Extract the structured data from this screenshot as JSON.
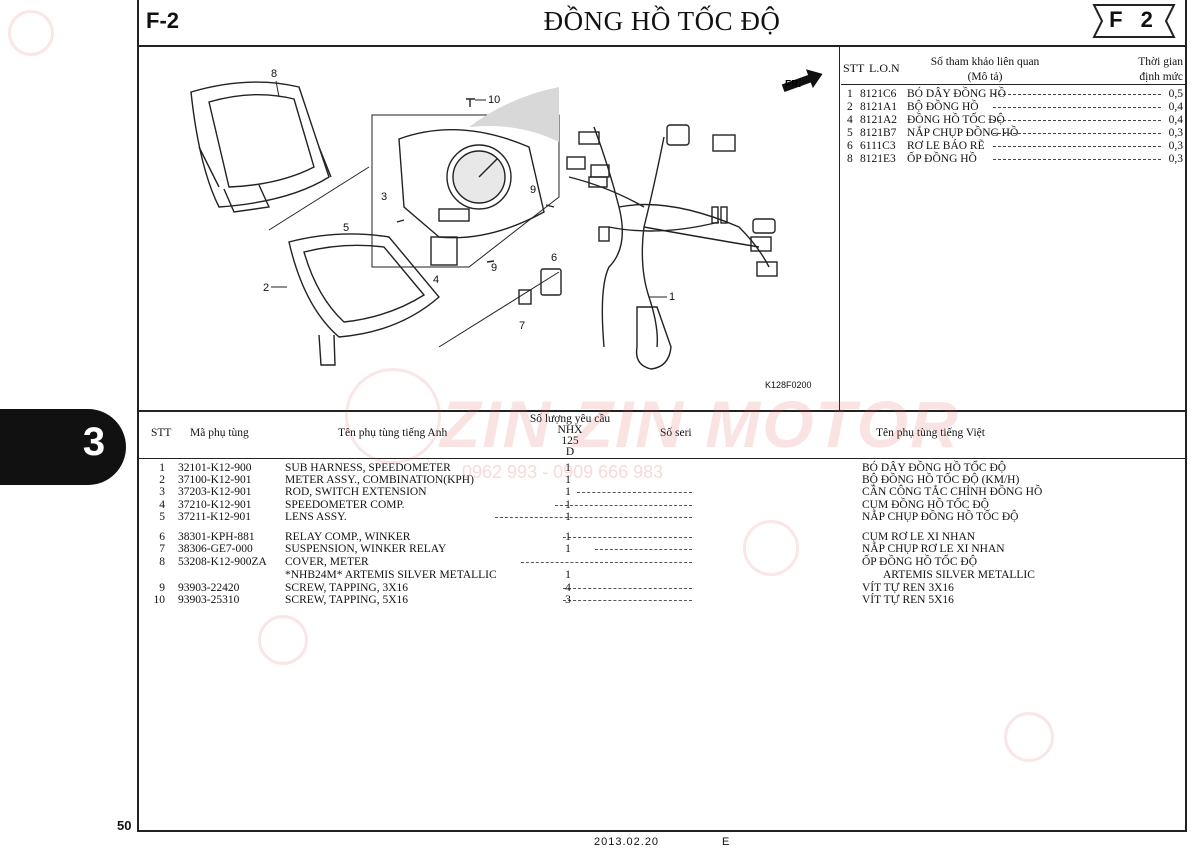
{
  "header": {
    "section_code": "F-2",
    "title": "ĐỒNG HỒ TỐC ĐỘ",
    "badge": "F 2"
  },
  "figure": {
    "reference": "K128F0200",
    "front_marker": "FR.",
    "callouts": [
      "8",
      "10",
      "3",
      "9",
      "5",
      "2",
      "4",
      "9",
      "6",
      "7",
      "1"
    ]
  },
  "labor": {
    "headers": {
      "stt": "STT",
      "lon": "L.O.N",
      "desc_line1": "Số tham khảo liên quan",
      "desc_line2": "(Mô tả)",
      "time_line1": "Thời gian",
      "time_line2": "định mức"
    },
    "rows": [
      {
        "stt": "1",
        "code": "8121C6",
        "desc": "BÓ DÂY ĐỒNG HỒ",
        "time": "0,5"
      },
      {
        "stt": "2",
        "code": "8121A1",
        "desc": "BỘ ĐỒNG HỒ",
        "time": "0,4"
      },
      {
        "stt": "4",
        "code": "8121A2",
        "desc": "ĐỒNG HỒ TỐC ĐỘ",
        "time": "0,4"
      },
      {
        "stt": "5",
        "code": "8121B7",
        "desc": "NẮP CHỤP ĐỒNG HỒ",
        "time": "0,3"
      },
      {
        "stt": "6",
        "code": "6111C3",
        "desc": "RƠ LE BÁO RẼ",
        "time": "0,3"
      },
      {
        "stt": "8",
        "code": "8121E3",
        "desc": "ỐP ĐỒNG HỒ",
        "time": "0,3"
      }
    ]
  },
  "parts_table": {
    "headers": {
      "stt": "STT",
      "part_no": "Mã phụ tùng",
      "name_en": "Tên phụ tùng tiếng Anh",
      "qty_line1": "Số lượng yêu cầu",
      "qty_line2": "NHX",
      "qty_line3": "125",
      "qty_line4": "D",
      "serial": "Số seri",
      "name_vn": "Tên phụ tùng tiếng Việt"
    },
    "rows": [
      {
        "stt": "1",
        "part_no": "32101-K12-900",
        "name_en": "SUB HARNESS, SPEEDOMETER",
        "qty": "1",
        "name_vn": "BÓ DÂY ĐỒNG HỒ TỐC ĐỘ"
      },
      {
        "stt": "2",
        "part_no": "37100-K12-901",
        "name_en": "METER ASSY., COMBINATION(KPH)",
        "qty": "1",
        "name_vn": "BỘ ĐỒNG HỒ TỐC ĐỘ (KM/H)"
      },
      {
        "stt": "3",
        "part_no": "37203-K12-901",
        "name_en": "ROD, SWITCH EXTENSION",
        "qty": "1",
        "name_vn": "CẦN CÔNG TẮC CHỈNH ĐỒNG HỒ"
      },
      {
        "stt": "4",
        "part_no": "37210-K12-901",
        "name_en": "SPEEDOMETER COMP.",
        "qty": "1",
        "name_vn": "CỤM ĐỒNG HỒ TỐC ĐỘ"
      },
      {
        "stt": "5",
        "part_no": "37211-K12-901",
        "name_en": "LENS ASSY.",
        "qty": "1",
        "name_vn": "NẮP CHỤP ĐỒNG HỒ TỐC ĐỘ"
      },
      {
        "stt": "6",
        "part_no": "38301-KPH-881",
        "name_en": "RELAY COMP., WINKER",
        "qty": "1",
        "name_vn": "CỤM RƠ LE XI NHAN"
      },
      {
        "stt": "7",
        "part_no": "38306-GE7-000",
        "name_en": "SUSPENSION, WINKER RELAY",
        "qty": "1",
        "name_vn": "NẮP CHỤP RƠ LE XI NHAN"
      },
      {
        "stt": "8",
        "part_no": "53208-K12-900ZA",
        "name_en": "COVER, METER",
        "qty": "",
        "name_vn": "ỐP ĐỒNG HỒ TỐC ĐỘ"
      },
      {
        "stt": "",
        "part_no": "",
        "name_en": "*NHB24M*   ARTEMIS SILVER METALLIC",
        "qty": "1",
        "name_vn": "ARTEMIS SILVER METALLIC"
      },
      {
        "stt": "9",
        "part_no": "93903-22420",
        "name_en": "SCREW, TAPPING, 3X16",
        "qty": "4",
        "name_vn": "VÍT TỰ REN 3X16"
      },
      {
        "stt": "10",
        "part_no": "93903-25310",
        "name_en": "SCREW, TAPPING, 5X16",
        "qty": "3",
        "name_vn": "VÍT TỰ REN 5X16"
      }
    ]
  },
  "side_tab": "3",
  "page_number": "50",
  "footer": {
    "date": "2013.02.20",
    "edition": "E"
  },
  "watermark": {
    "brand": "ZIN ZIN MOTOR",
    "phone": "0962 993 - 0909 666 983"
  }
}
